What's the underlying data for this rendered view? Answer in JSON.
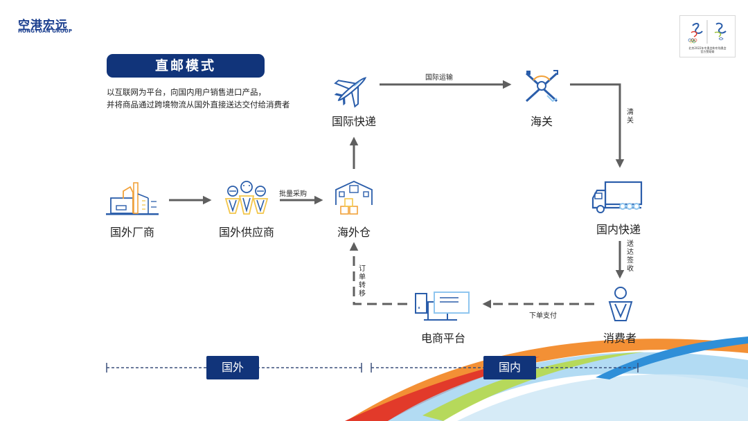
{
  "brand": {
    "name_cn": "空港宏远",
    "name_en": "HONGYUAN GROUP"
  },
  "olympic": {
    "badge_line1": "北京2022年冬奥会和冬残奥会",
    "badge_line2": "官方赞助商"
  },
  "title": "直邮模式",
  "description": [
    "以互联网为平台，向国内用户销售进口产品，",
    "并将商品通过跨境物流从国外直接送达交付给消费者"
  ],
  "nodes": {
    "foreign_manufacturer": "国外厂商",
    "foreign_supplier": "国外供应商",
    "overseas_warehouse": "海外仓",
    "intl_express": "国际快递",
    "customs": "海关",
    "domestic_express": "国内快递",
    "consumer": "消费者",
    "ecommerce_platform": "电商平台"
  },
  "edges": {
    "bulk_purchase": "批量采购",
    "intl_transport": "国际运输",
    "clearance": [
      "清",
      "关"
    ],
    "delivery_sign": [
      "送",
      "达",
      "签",
      "收"
    ],
    "order_payment": "下单支付",
    "order_transfer": [
      "订",
      "单",
      "转",
      "移"
    ]
  },
  "regions": {
    "foreign": "国外",
    "domestic": "国内"
  },
  "colors": {
    "navy": "#11347a",
    "arrow_gray": "#5f5f5f",
    "icon_blue": "#2a5daa",
    "icon_orange": "#f2a23a",
    "icon_yellow": "#f3c64a",
    "ribbon_blue": "#2f8fd8",
    "ribbon_orange": "#f28a2a",
    "ribbon_red": "#e23a2a",
    "ribbon_green": "#9ac13a"
  }
}
